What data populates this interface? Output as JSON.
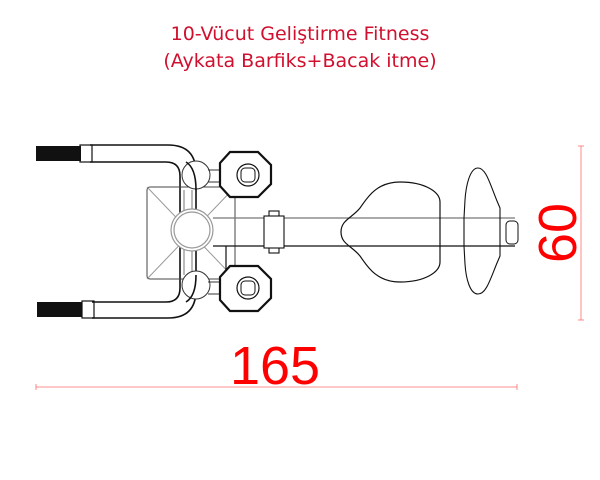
{
  "title": {
    "line1": "10-Vücut Geliştirme Fitness",
    "line2": "(Aykata Barfiks+Bacak itme)",
    "color": "#d0102e"
  },
  "dimensions": {
    "length": "165",
    "width": "60",
    "color": "#ff0000"
  },
  "drawing": {
    "view": "top-view",
    "components": [
      "handlebar-grips",
      "u-handlebar",
      "base-plate",
      "center-post",
      "foot-pedals",
      "beam",
      "clamp",
      "seat",
      "back-rest",
      "end-cap"
    ]
  }
}
